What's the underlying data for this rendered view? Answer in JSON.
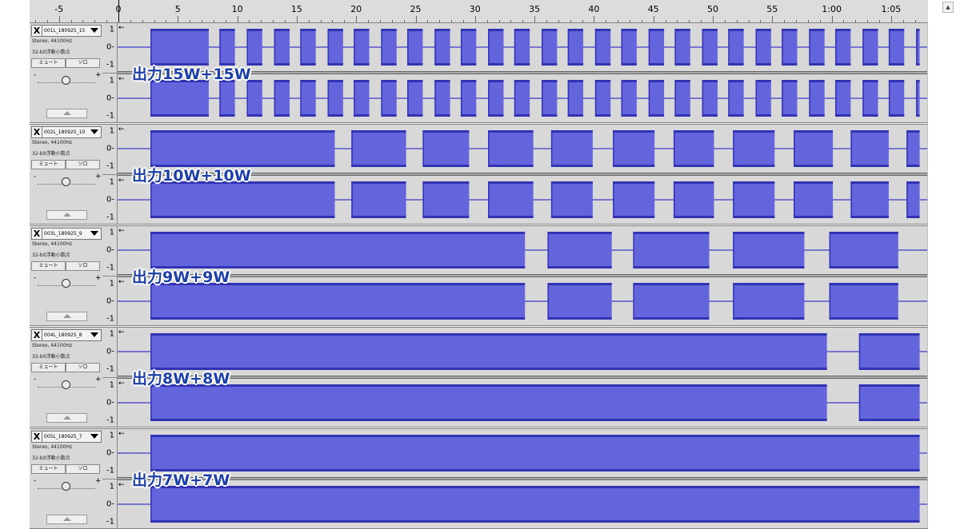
{
  "ruler": {
    "ticks": [
      {
        "label": "-5",
        "sec": -5
      },
      {
        "label": "0",
        "sec": 0
      },
      {
        "label": "5",
        "sec": 5
      },
      {
        "label": "10",
        "sec": 10
      },
      {
        "label": "15",
        "sec": 15
      },
      {
        "label": "20",
        "sec": 20
      },
      {
        "label": "25",
        "sec": 25
      },
      {
        "label": "30",
        "sec": 30
      },
      {
        "label": "35",
        "sec": 35
      },
      {
        "label": "40",
        "sec": 40
      },
      {
        "label": "45",
        "sec": 45
      },
      {
        "label": "50",
        "sec": 50
      },
      {
        "label": "55",
        "sec": 55
      },
      {
        "label": "1:00",
        "sec": 60
      },
      {
        "label": "1:05",
        "sec": 65
      }
    ]
  },
  "scrollbar": {
    "up_icon": "scroll-up-arrow-icon"
  },
  "tracks": [
    {
      "name": "001L_180925_15",
      "info_rate": "Stereo, 44100Hz",
      "info_format": "32-bit浮動小数点",
      "mute_label": "ミュート",
      "solo_label": "ソロ",
      "gain_minus": "-",
      "gain_plus": "+",
      "close_label": "X",
      "vruler": {
        "top_max": "1",
        "top_mid": "0-",
        "top_min": "-1",
        "bot_max": "1",
        "bot_mid": "0-",
        "bot_min": "-1"
      },
      "overlay": "出力15W+15W",
      "segments": [
        [
          2.7,
          7.6
        ],
        [
          8.5,
          9.8
        ],
        [
          10.8,
          12.1
        ],
        [
          13.1,
          14.4
        ],
        [
          15.3,
          16.6
        ],
        [
          17.6,
          18.9
        ],
        [
          19.8,
          21.1
        ],
        [
          22.1,
          23.4
        ],
        [
          24.3,
          25.6
        ],
        [
          26.6,
          27.9
        ],
        [
          28.8,
          30.1
        ],
        [
          31.1,
          32.4
        ],
        [
          33.3,
          34.6
        ],
        [
          35.6,
          36.9
        ],
        [
          37.8,
          39.1
        ],
        [
          40.1,
          41.4
        ],
        [
          42.3,
          43.6
        ],
        [
          44.6,
          45.9
        ],
        [
          46.8,
          48.1
        ],
        [
          49.1,
          50.4
        ],
        [
          51.3,
          52.6
        ],
        [
          53.6,
          54.9
        ],
        [
          55.8,
          57.1
        ],
        [
          58.1,
          59.4
        ],
        [
          60.3,
          61.6
        ],
        [
          62.6,
          63.9
        ],
        [
          64.8,
          66.1
        ],
        [
          67.1,
          67.4
        ]
      ]
    },
    {
      "name": "002L_180925_10",
      "info_rate": "Stereo, 44100Hz",
      "info_format": "32-bit浮動小数点",
      "mute_label": "ミュート",
      "solo_label": "ソロ",
      "gain_minus": "-",
      "gain_plus": "+",
      "close_label": "X",
      "vruler": {
        "top_max": "1",
        "top_mid": "0-",
        "top_min": "-1",
        "bot_max": "1",
        "bot_mid": "0-",
        "bot_min": "-1"
      },
      "overlay": "出力10W+10W",
      "segments": [
        [
          2.7,
          18.2
        ],
        [
          19.6,
          24.2
        ],
        [
          25.6,
          29.5
        ],
        [
          31.1,
          34.9
        ],
        [
          36.4,
          39.9
        ],
        [
          41.6,
          45.1
        ],
        [
          46.7,
          50.1
        ],
        [
          51.7,
          55.2
        ],
        [
          56.8,
          60.1
        ],
        [
          61.6,
          64.8
        ],
        [
          66.3,
          67.4
        ]
      ]
    },
    {
      "name": "003L_180925_9",
      "info_rate": "Stereo, 44100Hz",
      "info_format": "32-bit浮動小数点",
      "mute_label": "ミュート",
      "solo_label": "ソロ",
      "gain_minus": "-",
      "gain_plus": "+",
      "close_label": "X",
      "vruler": {
        "top_max": "1",
        "top_mid": "0-",
        "top_min": "-1",
        "bot_max": "1",
        "bot_mid": "0-",
        "bot_min": "-1"
      },
      "overlay": "出力9W+9W",
      "segments": [
        [
          2.7,
          34.2
        ],
        [
          36.1,
          41.5
        ],
        [
          43.3,
          49.7
        ],
        [
          51.7,
          57.7
        ],
        [
          59.8,
          65.6
        ]
      ]
    },
    {
      "name": "004L_180925_8",
      "info_rate": "Stereo, 44100Hz",
      "info_format": "32-bit浮動小数点",
      "mute_label": "ミュート",
      "solo_label": "ソロ",
      "gain_minus": "-",
      "gain_plus": "+",
      "close_label": "X",
      "vruler": {
        "top_max": "1",
        "top_mid": "0-",
        "top_min": "-1",
        "bot_max": "1",
        "bot_mid": "0-",
        "bot_min": "-1"
      },
      "overlay": "出力8W+8W",
      "segments": [
        [
          2.7,
          59.6
        ],
        [
          62.3,
          67.4
        ]
      ]
    },
    {
      "name": "005L_180925_7",
      "info_rate": "Stereo, 44100Hz",
      "info_format": "32-bit浮動小数点",
      "mute_label": "ミュート",
      "solo_label": "ソロ",
      "gain_minus": "-",
      "gain_plus": "+",
      "close_label": "X",
      "vruler": {
        "top_max": "1",
        "top_mid": "0-",
        "top_min": "-1",
        "bot_max": "1",
        "bot_mid": "0-",
        "bot_min": "-1"
      },
      "overlay": "出力7W+7W",
      "segments": [
        [
          2.7,
          67.4
        ]
      ]
    }
  ],
  "colors": {
    "wave_fill": "#6464dc",
    "wave_edge": "#3232b4",
    "wave_line": "#3c3cc8",
    "overlay_text": "#1c3fa8",
    "track_bg": "#d8d8d8"
  }
}
